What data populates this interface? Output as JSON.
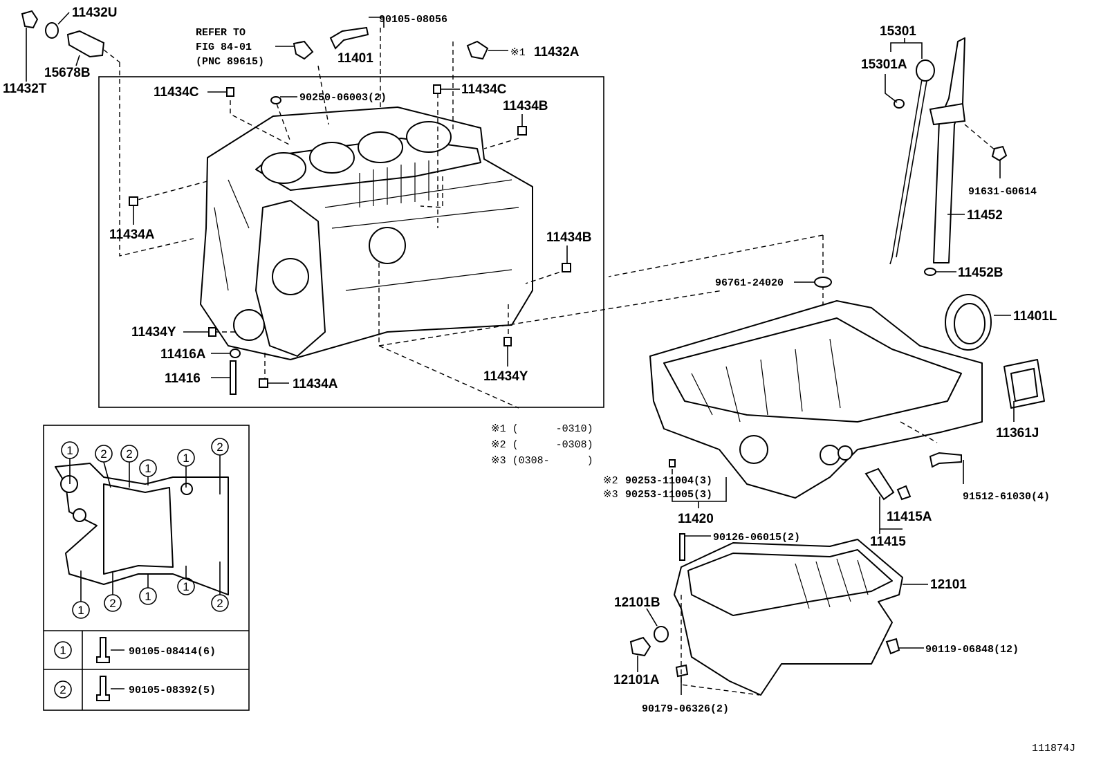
{
  "labels": {
    "p11432U": "11432U",
    "p15678B": "15678B",
    "p11432T": "11432T",
    "refer1": "REFER TO",
    "refer2": "FIG 84-01",
    "refer3": "(PNC 89615)",
    "p90105_08056": "90105-08056",
    "p11401": "11401",
    "p11432A": "11432A",
    "p11434C_a": "11434C",
    "p90250": "90250-06003(2)",
    "p11434C_b": "11434C",
    "p11434B_a": "11434B",
    "p11434A_a": "11434A",
    "p11434B_b": "11434B",
    "p11434Y_a": "11434Y",
    "p11416A": "11416A",
    "p11416": "11416",
    "p11434A_b": "11434A",
    "p11434Y_b": "11434Y",
    "p15301": "15301",
    "p15301A": "15301A",
    "p91631": "91631-G0614",
    "p11452": "11452",
    "p11452B": "11452B",
    "p96761": "96761-24020",
    "p11401L": "11401L",
    "p11361J": "11361J",
    "p91512": "91512-61030(4)",
    "p90253_a": "90253-11004(3)",
    "p90253_b": "90253-11005(3)",
    "p11420": "11420",
    "p11415A": "11415A",
    "p11415": "11415",
    "p90126": "90126-06015(2)",
    "p12101": "12101",
    "p12101B": "12101B",
    "p12101A": "12101A",
    "p90119": "90119-06848(12)",
    "p90179": "90179-06326(2)",
    "diagram_id": "111874J"
  },
  "notes": {
    "mark1": "※1",
    "mark2": "※2",
    "mark3": "※3",
    "n1": "※1 (      -0310)",
    "n2": "※2 (      -0308)",
    "n3": "※3 (0308-      )"
  },
  "legend": {
    "bolt1_num": "1",
    "bolt1_part": "90105-08414(6)",
    "bolt2_num": "2",
    "bolt2_part": "90105-08392(5)"
  },
  "inset_numbers": [
    "1",
    "2",
    "2",
    "1",
    "1",
    "2",
    "1",
    "2",
    "1",
    "1",
    "2"
  ]
}
